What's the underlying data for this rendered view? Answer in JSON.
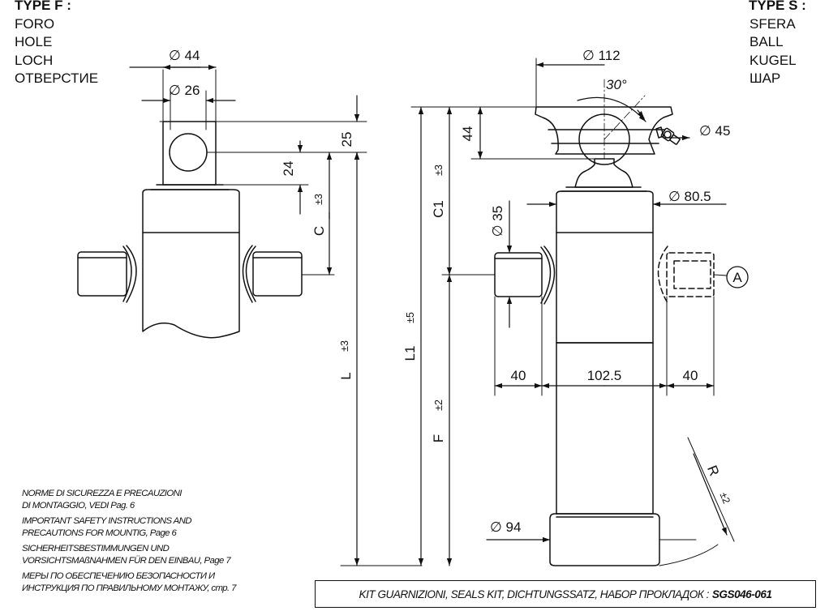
{
  "type_f": {
    "title": "TYPE F :",
    "lines": [
      "FORO",
      "HOLE",
      "LOCH",
      "ОТВЕРСТИЕ"
    ]
  },
  "type_s": {
    "title": "TYPE S :",
    "lines": [
      "SFERA",
      "BALL",
      "KUGEL",
      "ШАР"
    ]
  },
  "left_view": {
    "dia_44": "∅ 44",
    "dia_26": "∅ 26",
    "dim_25": "25",
    "dim_24": "24",
    "dim_c": "C",
    "tol_c": "±3",
    "dim_l": "L",
    "tol_l": "±3"
  },
  "right_view": {
    "dia_112": "∅ 112",
    "angle_30": "30°",
    "dim_44": "44",
    "dia_45": "∅ 45",
    "dim_c1": "C1",
    "tol_c1": "±3",
    "dia_80_5": "∅ 80.5",
    "dia_35": "∅ 35",
    "callout_a": "A",
    "dim_l1": "L1",
    "tol_l1": "±5",
    "dim_40_left": "40",
    "dim_102_5": "102.5",
    "dim_40_right": "40",
    "dim_f": "F",
    "tol_f": "±2",
    "dim_r": "R",
    "tol_r": "±2",
    "dia_94": "∅ 94"
  },
  "notes": [
    "NORME DI SICUREZZA E PRECAUZIONI",
    "DI MONTAGGIO, VEDI Pag. 6",
    "IMPORTANT SAFETY INSTRUCTIONS AND",
    "PRECAUTIONS FOR MOUNTIG, Page 6",
    "SICHERHEITSBESTIMMUNGEN UND",
    "VORSICHTSMAßNAHMEN FÜR  DEN EINBAU, Page 7",
    "МЕРЫ ПО ОБЕСПЕЧЕНИЮ БЕЗОПАСНОСТИ И",
    "ИНСТРУКЦИЯ ПО ПРАВИЛЬНОМУ МОНТАЖУ, стр. 7"
  ],
  "kit": {
    "label": "KIT GUARNIZIONI, SEALS  KIT, DICHTUNGSSATZ, НАБОР ПРОКЛАДОК :",
    "code": "SGS046-061"
  }
}
